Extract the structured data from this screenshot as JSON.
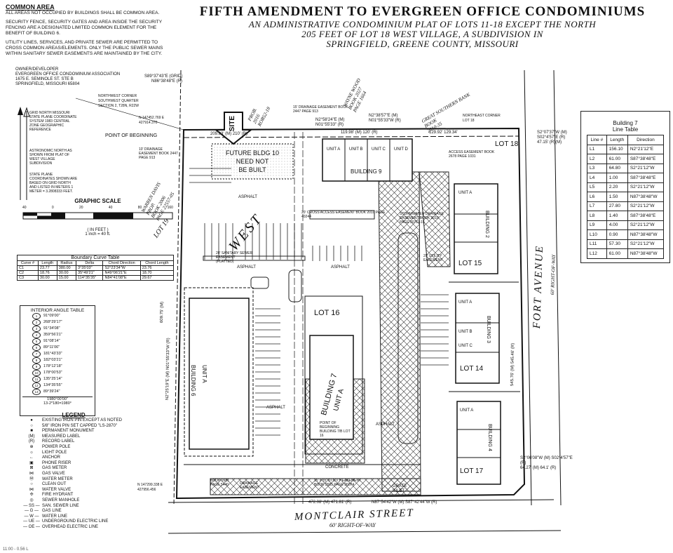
{
  "notes": {
    "common_area_title": "COMMON AREA",
    "common_area_text": "ALL AREAS NOT OCCUPIED BY BUILDINGS SHALL BE COMMON AREA.",
    "security_text": "SECURITY FENCE, SECURITY GATES AND AREA INSIDE THE SECURITY FENCING ARE A DESIGNATED LIMITED COMMON ELEMENT FOR THE BENEFIT OF BUILDING 6.",
    "utility_text": "UTILITY LINES, SERVICES, AND PRIVATE SEWER ARE PERMITTED TO CROSS COMMON AREAS/ELEMENTS. ONLY THE PUBLIC SEWER MAINS WITHIN SANITARY SEWER EASEMENTS ARE MAINTAINED BY THE CITY."
  },
  "owner": {
    "heading": "OWNER/DEVELOPER",
    "lines": [
      "EVERGREEN OFFICE CONDOMINIUM ASSOCIATION",
      "1675 E. SEMINOLE ST. STE B",
      "SPRINGFIELD, MISSOURI 65804"
    ]
  },
  "title": {
    "main": "FIFTH AMENDMENT TO EVERGREEN OFFICE CONDOMINIUMS",
    "sub1": "AN ADMINISTRATIVE CONDOMINIUM PLAT OF LOTS 11-18 EXCEPT THE NORTH",
    "sub2": "205 FEET OF LOT 18 WEST VILLAGE, A SUBDIVISION IN",
    "sub3": "SPRINGFIELD, GREENE COUNTY, MISSOURI"
  },
  "survey_notes": {
    "grid_north": "GRID NORTH MISSOURI STATE PLANE COORDINATE SYSTEM 1983 CENTRAL ZONE GEOGRAPHIC REFERENCE",
    "astro_north": "ASTRONOMIC NORTH AS SHOWN FROM PLAT OF WEST VILLAGE SUBDIVISION",
    "state_plane": "STATE PLANE COORDINATES SHOWN ARE BASED ON GRID NORTH AND LISTED IN METERS 1 METER = 3.2808333 FEET.",
    "point_of_beginning": "POINT OF BEGINNING",
    "nw_corner": "NORTHWEST CORNER SOUTHWEST QUARTER SECTION 2, T28N, R22W"
  },
  "graphic_scale": {
    "title": "GRAPHIC SCALE",
    "ticks": [
      "40",
      "0",
      "20",
      "40",
      "80",
      "160"
    ],
    "unit_line": "( IN FEET )",
    "ratio": "1 inch = 40 ft."
  },
  "curve_table": {
    "title": "Boundary Curve Table",
    "headers": [
      "Curve #",
      "Length",
      "Radius",
      "Delta",
      "Chord Direction",
      "Chord Length"
    ],
    "rows": [
      [
        "C1",
        "23.77",
        "380.00",
        "3°35'03\"",
        "S2°23'34\"W",
        "23.76"
      ],
      [
        "C2",
        "18.76",
        "30.00",
        "35°49'21\"",
        "N49°06'21\"E",
        "18.70"
      ],
      [
        "C3",
        "30.00",
        "15.00",
        "114°35'35\"",
        "N84°41'08\"E",
        "29.67"
      ]
    ]
  },
  "angle_table": {
    "title": "INTERIOR ANGLE TABLE",
    "rows": [
      [
        "1",
        "91°09'00\""
      ],
      [
        "2",
        "268°29'17\""
      ],
      [
        "3",
        "91°34'08\""
      ],
      [
        "4",
        "359°56'21\""
      ],
      [
        "5",
        "91°08'14\""
      ],
      [
        "6",
        "89°11'06\""
      ],
      [
        "7",
        "181°43'33\""
      ],
      [
        "8",
        "182°03'21\""
      ],
      [
        "9",
        "178°12'18\""
      ],
      [
        "10",
        "178°00'53\""
      ],
      [
        "11",
        "135°25'14\""
      ],
      [
        "12",
        "134°35'55\""
      ],
      [
        "13",
        "89°39'24\""
      ]
    ],
    "total": "1980°00'00\"",
    "formula": "13-2*180=1980°"
  },
  "legend": {
    "title": "LEGEND",
    "items": [
      {
        "sym": "●",
        "label": "EXISTING IRON PIN EXCEPT AS NOTED"
      },
      {
        "sym": "○",
        "label": "5/8\" IRON PIN SET CAPPED \"LS-2870\""
      },
      {
        "sym": "■",
        "label": "PERMANENT MONUMENT"
      },
      {
        "sym": "(M)",
        "label": "MEASURED LABEL"
      },
      {
        "sym": "(R)",
        "label": "RECORD LABEL"
      },
      {
        "sym": "⊕",
        "label": "POWER POLE"
      },
      {
        "sym": "☼",
        "label": "LIGHT POLE"
      },
      {
        "sym": "←",
        "label": "ANCHOR"
      },
      {
        "sym": "▣",
        "label": "PHONE RISER"
      },
      {
        "sym": "⊠",
        "label": "GAS METER"
      },
      {
        "sym": "⋈",
        "label": "GAS VALVE"
      },
      {
        "sym": "Ⓦ",
        "label": "WATER METER"
      },
      {
        "sym": "○",
        "label": "CLEAN OUT"
      },
      {
        "sym": "⋈",
        "label": "WATER VALVE"
      },
      {
        "sym": "✣",
        "label": "FIRE HYDRANT"
      },
      {
        "sym": "◎",
        "label": "SEWER MANHOLE"
      },
      {
        "sym": "— SS —",
        "label": "SAN. SEWER LINE"
      },
      {
        "sym": "— G —",
        "label": "GAS LINE"
      },
      {
        "sym": "— W —",
        "label": "WATER LINE"
      },
      {
        "sym": "— UE —",
        "label": "UNDERGROUND ELECTRIC LINE"
      },
      {
        "sym": "— OE —",
        "label": "OVERHEAD ELECTRIC LINE"
      }
    ]
  },
  "line_table": {
    "title1": "Building 7",
    "title2": "Line Table",
    "headers": [
      "Line #",
      "Length",
      "Direction"
    ],
    "rows": [
      [
        "L1",
        "156.10",
        "N2°21'12\"E"
      ],
      [
        "L2",
        "61.00",
        "S87°38'48\"E"
      ],
      [
        "L3",
        "64.80",
        "S2°21'12\"W"
      ],
      [
        "L4",
        "1.00",
        "S87°38'48\"E"
      ],
      [
        "L5",
        "2.20",
        "S2°21'12\"W"
      ],
      [
        "L6",
        "1.50",
        "N87°38'48\"W"
      ],
      [
        "L7",
        "27.80",
        "S2°21'12\"W"
      ],
      [
        "L8",
        "1.40",
        "S87°38'48\"E"
      ],
      [
        "L9",
        "4.00",
        "S2°21'12\"W"
      ],
      [
        "L10",
        "0.90",
        "N87°38'48\"W"
      ],
      [
        "L11",
        "57.30",
        "S2°21'12\"W"
      ],
      [
        "L12",
        "61.00",
        "N87°38'48\"W"
      ]
    ]
  },
  "plat": {
    "site": "SITE",
    "lot19": "LOT 19",
    "west": "WEST",
    "future_bldg": [
      "FUTURE BLDG 10",
      "NEED NOT",
      "BE BUILT"
    ],
    "building9": "BUILDING 9",
    "units9": [
      "UNIT A",
      "UNIT B",
      "UNIT C",
      "UNIT D"
    ],
    "building6": "BUILDING 6",
    "unit6": "UNIT A",
    "lot16": "LOT 16",
    "building7": "BUILDING 7",
    "unit7": "UNIT A",
    "pob7": "POINT OF BEGINNING BUILDING 7/B LOT 16",
    "lot15": "LOT 15",
    "lot14": "LOT 14",
    "lot17": "LOT 17",
    "lot18": "LOT 18",
    "bldg2": "BUILDING 2",
    "bldg3": "BUILDING 3",
    "bldg4": "BUILDING 4",
    "unit_a": "UNIT A",
    "unit_b": "UNIT B",
    "unit_c": "UNIT C",
    "asphalt": "ASPHALT",
    "concrete": "CONCRETE",
    "grate_inlet": "GRATE INLET",
    "drainage_top": "15' DRAINAGE EASEMENT BOOK 2447 PAGE 913",
    "drainage_left": "10' DRAINAGE EASEMENT BOOK 2447 PAGE 913",
    "cross_access": "20' CROSS ACCESS EASEMENT BOOK 2010 PAGE 40244",
    "sanitary": "20' SANITARY SEWER EASEMENT (PLATTED)",
    "storm": "STORMWATER DRAINAGE EASEMENT BOOK 2010 PAGE 30711-15",
    "exempt": "20' UTILITY EASEMENT",
    "wayne_wood": [
      "WAYNE WOOD",
      "BOOK 2027",
      "PAGE 1664"
    ],
    "great_southern": [
      "GREAT SOUTHERN BANK",
      "BOOK",
      "2010-35"
    ],
    "warren_davis": [
      "WARREN DAVIS",
      "PROP.",
      "BOOK 2006",
      "PAGE 22557-05"
    ],
    "prob_top": [
      "PROB.",
      "2016",
      "ROB52-18"
    ],
    "fort_avenue": "FORT AVENUE",
    "fort_row": "60' RIGHT-OF-WAY",
    "montclair": "MONTCLAIR STREET",
    "montclair_row": "60' RIGHT-OF-WAY",
    "dim_top1": "209.83' (M) 210' (R)",
    "dim_top2": "119.98' (M) 120' (R)",
    "dim_top3": "129.92' 129.34'",
    "bearing_top1": "N2°58'24\"E (M)",
    "bearing_top2": "N01°55'33\" (R)",
    "bearing_top3": "N2°38'57\"E (M)",
    "bearing_top4": "N01°55'33\"W (R)",
    "dim_bottom": "472.08' (M) 471.81' (R)",
    "bearing_bottom": "N87°54'42\"W (M) S87°42'44\"W (R)",
    "bearing_left": "N2°25'19\"E (M) N01°55'33\"W (R)",
    "dim_left": "609.75' (M)",
    "bearing_right": "S2°07'37\"W (M) S02°4'57\"E (R)",
    "dim_right": "47.15' (R)(M)",
    "bearing_right2": "S2°06'08\"W (M) S02°4'57\"E (R)",
    "dim_right2": "64.27' (M) 64.1' (R)",
    "dim_east": "545.76' (M) 545.46' (R)",
    "coord_nw": "N 147452.769 E 427914.370",
    "coord_sw": "N 147299.338 E 427956.456",
    "bearing_nw": "S89°37'43\"E (GRID)",
    "bearing_nw2": "N86°38'48\"E (R)",
    "book_sw": "BOOK 2681 PAGE 5440",
    "drainage_sw": "DRAINAGE EASEMENT",
    "util_bottom": "15' x 35' UTILITY EASEMENT BOOK 2681 PAGE 36074",
    "access_right": "ACCESS EASEMENT BOOK 2678 PAGE 1031",
    "ne_corner": "NORTHEAST CORNER LOT 18"
  },
  "bottom_text": "11:00 - 0.56 L"
}
